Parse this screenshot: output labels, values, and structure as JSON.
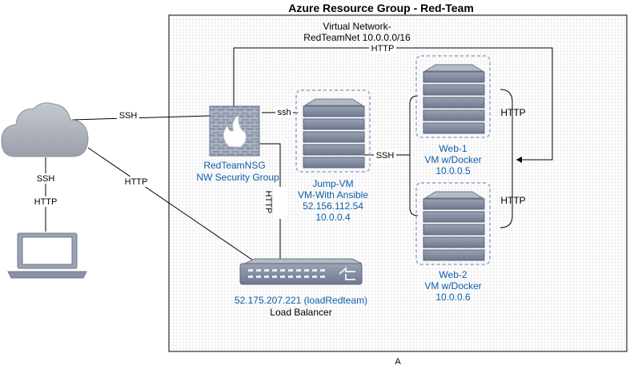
{
  "diagram": {
    "title": "Azure Resource Group - Red-Team",
    "vnet_line1": "Virtual Network-",
    "vnet_line2": "RedTeamNet 10.0.0.0/16",
    "footer_label": "A",
    "nsg": {
      "line1": "RedTeamNSG",
      "line2": "NW Security Group"
    },
    "jump": {
      "line1": "Jump-VM",
      "line2": "VM-With Ansible",
      "line3": "52.156.112.54",
      "line4": "10.0.0.4"
    },
    "web1": {
      "line1": "Web-1",
      "line2": "VM w/Docker",
      "line3": "10.0.0.5"
    },
    "web2": {
      "line1": "Web-2",
      "line2": "VM w/Docker",
      "line3": "10.0.0.6"
    },
    "lb": {
      "line1": "52.175.207.221 (loadRedteam)",
      "line2": "Load Balancer"
    },
    "edges": {
      "cloud_nsg": "SSH",
      "nsg_jump": "ssh",
      "jump_web": "SSH",
      "top_http": "HTTP",
      "web1_http": "HTTP",
      "web2_http": "HTTP",
      "lb_http": "HTTP",
      "cloud_lb": "HTTP",
      "laptop_ssh": "SSH",
      "laptop_http": "HTTP"
    }
  }
}
